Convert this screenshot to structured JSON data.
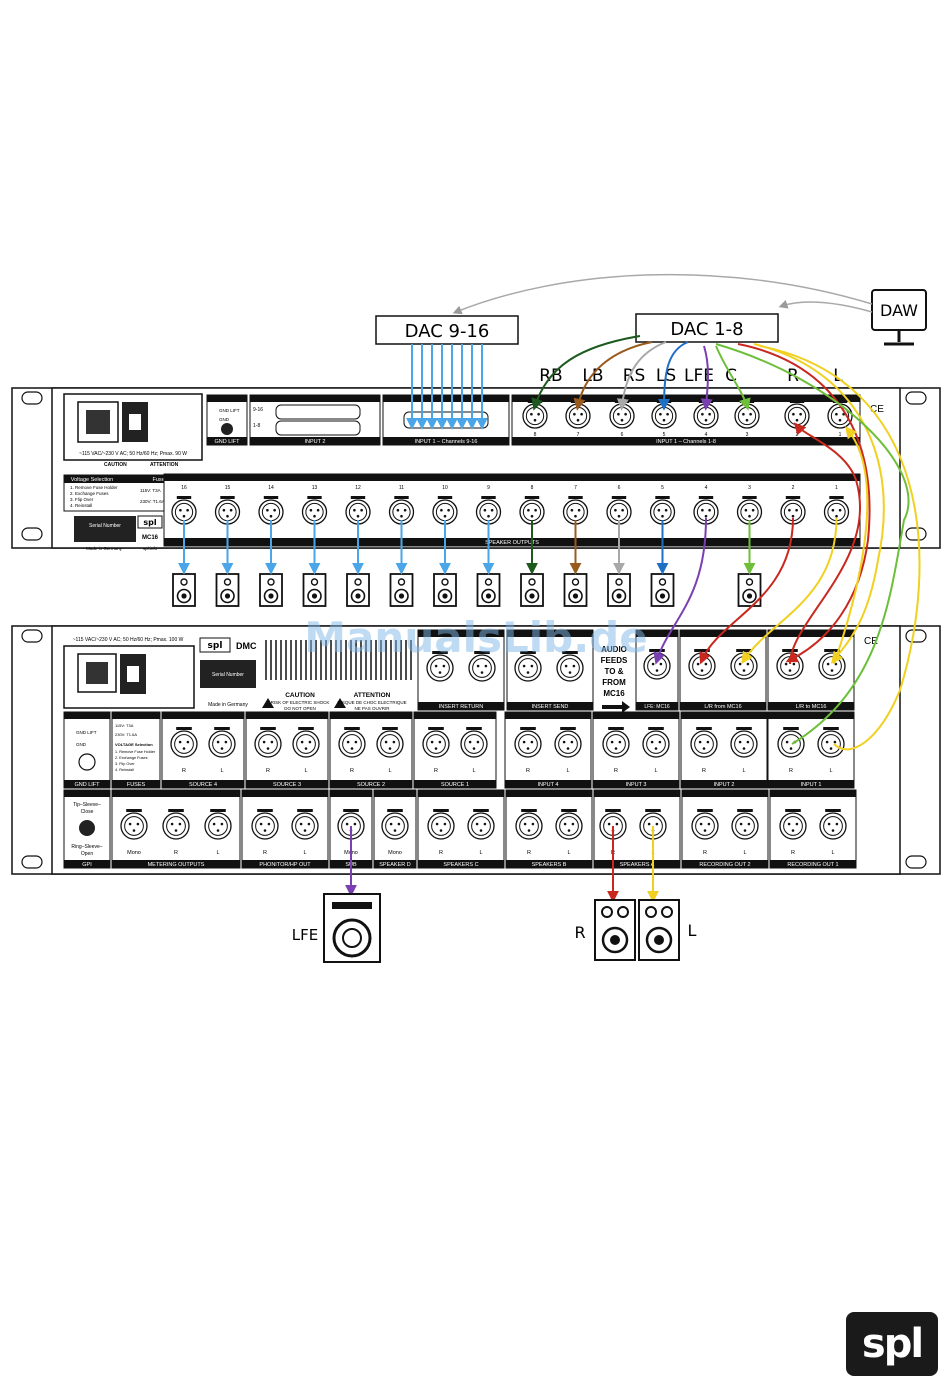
{
  "devices": {
    "daw": "DAW",
    "dac_9_16": "DAC 9-16",
    "dac_1_8": "DAC 1-8"
  },
  "channel_tags": [
    "RB",
    "LB",
    "RS",
    "LS",
    "LFE",
    "C",
    "R",
    "L"
  ],
  "mc16": {
    "power_spec": "~115 VAC/~230 V AC; 50 Hz/60 Hz; Pmax. 90 W",
    "caution": "CAUTION",
    "attention": "ATTENTION",
    "gnd_lift": "GND LIFT",
    "gnd_lift_option": "GND LIFT",
    "gnd_option": "GND",
    "input2": "INPUT 2",
    "input2_a": "9-16",
    "input2_b": "1-8",
    "input1_9_16": "INPUT 1 – Channels 9-16",
    "input1_1_8": "INPUT 1 – Channels 1-8",
    "speaker_outputs": "SPEAKER OUTPUTS",
    "voltage_selection": "Voltage Selection",
    "voltage_steps": [
      "1. Remove Fuse Holder",
      "2. Exchange Fuses",
      "3. Flip Over",
      "4. Reinstall"
    ],
    "fuses": "Fuses",
    "fuse_a": "115V: T3A",
    "fuse_b": "230V: T1.6A",
    "serial_number": "Serial Number",
    "model": "MC16",
    "made_in": "Made in Germany",
    "web": "spl.info",
    "ce": "CE",
    "input_jack_numbers": [
      "8",
      "7",
      "6",
      "5",
      "4",
      "3",
      "2",
      "1"
    ],
    "output_jack_numbers": [
      "16",
      "15",
      "14",
      "13",
      "12",
      "11",
      "10",
      "9",
      "8",
      "7",
      "6",
      "5",
      "4",
      "3",
      "2",
      "1"
    ]
  },
  "dmc": {
    "power_spec": "~115 VAC/~230 V AC; 50 Hz/60 Hz; Pmax. 100 W",
    "model": "DMC",
    "serial_number": "Serial Number",
    "made_in": "Made in Germany",
    "caution": "CAUTION",
    "caution_sub1": "RISK OF ELECTRIC SHOCK",
    "caution_sub2": "DO NOT OPEN",
    "attention": "ATTENTION",
    "attention_sub1": "RISQUE DE CHOC ELECTRIQUE",
    "attention_sub2": "NE PAS OUVRIR",
    "insert_return": "INSERT RETURN",
    "insert_send": "INSERT SEND",
    "audio_feeds_1": "AUDIO",
    "audio_feeds_2": "FEEDS",
    "audio_feeds_3": "TO &",
    "audio_feeds_4": "FROM",
    "audio_feeds_5": "MC16",
    "lfe_mc16": "LFE: MC16",
    "lr_from_mc16": "L/R from MC16",
    "lr_to_mc16": "L/R to MC16",
    "ce": "CE",
    "gnd_lift": "GND LIFT",
    "gnd_lift_option": "GND LIFT",
    "gnd_option": "GND",
    "fuses": "FUSES",
    "fuse_a": "115V: T3A",
    "fuse_b": "230V: T1.6A",
    "voltage_selection": "VOLTAGE Selection",
    "voltage_steps": [
      "1. Remove Fuse Holder",
      "2. Exchange Fuses",
      "3. Flip Over",
      "4. Reinstall"
    ],
    "sources": [
      "SOURCE 4",
      "SOURCE 3",
      "SOURCE 2",
      "SOURCE 1"
    ],
    "inputs": [
      "INPUT 4",
      "INPUT 3",
      "INPUT 2",
      "INPUT 1"
    ],
    "gpi": "GPI",
    "gpi_tip": "Tip–Sleeve–",
    "gpi_close": "Close",
    "gpi_ring": "Ring–Sleeve–",
    "gpi_open": "Open",
    "metering_outputs": "METERING OUTPUTS",
    "phonitor_out": "PHONITOR/HP OUT",
    "sub": "SUB",
    "speaker_d": "SPEAKER D",
    "speakers_c": "SPEAKERS C",
    "speakers_b": "SPEAKERS B",
    "speakers_a": "SPEAKERS A",
    "recording_out_2": "RECORDING OUT 2",
    "recording_out_1": "RECORDING OUT 1",
    "r": "R",
    "l": "L",
    "mono": "Mono"
  },
  "speakers": {
    "lfe": "LFE",
    "r": "R",
    "l": "L"
  },
  "watermark": "ManualsLib.de",
  "logo": "spl",
  "colors": {
    "rb": "#1e5a1e",
    "lb": "#9a5a1e",
    "rs": "#a8a8a8",
    "ls": "#1f6fc4",
    "lfe": "#7a3fb0",
    "c": "#6dbf3a",
    "r": "#c8281e",
    "l": "#f0d020",
    "input_9_16": "#4aa6e8",
    "daw_link": "#b0b0b0"
  }
}
